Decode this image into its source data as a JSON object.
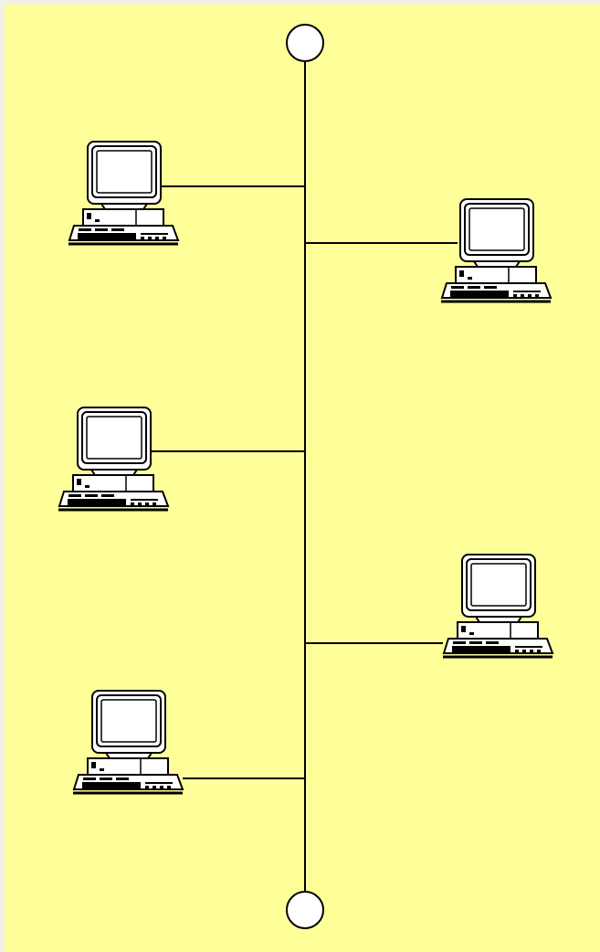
{
  "diagram": {
    "type": "bus-network-topology",
    "background_color": "#FFFF99",
    "line_color": "#000000",
    "terminator_fill": "#FFFFFF",
    "terminators": [
      {
        "name": "terminator-top"
      },
      {
        "name": "terminator-bottom"
      }
    ],
    "nodes": [
      {
        "name": "computer-1",
        "icon": "desktop-computer-icon",
        "side": "left"
      },
      {
        "name": "computer-2",
        "icon": "desktop-computer-icon",
        "side": "right"
      },
      {
        "name": "computer-3",
        "icon": "desktop-computer-icon",
        "side": "left"
      },
      {
        "name": "computer-4",
        "icon": "desktop-computer-icon",
        "side": "right"
      },
      {
        "name": "computer-5",
        "icon": "desktop-computer-icon",
        "side": "left"
      }
    ]
  }
}
